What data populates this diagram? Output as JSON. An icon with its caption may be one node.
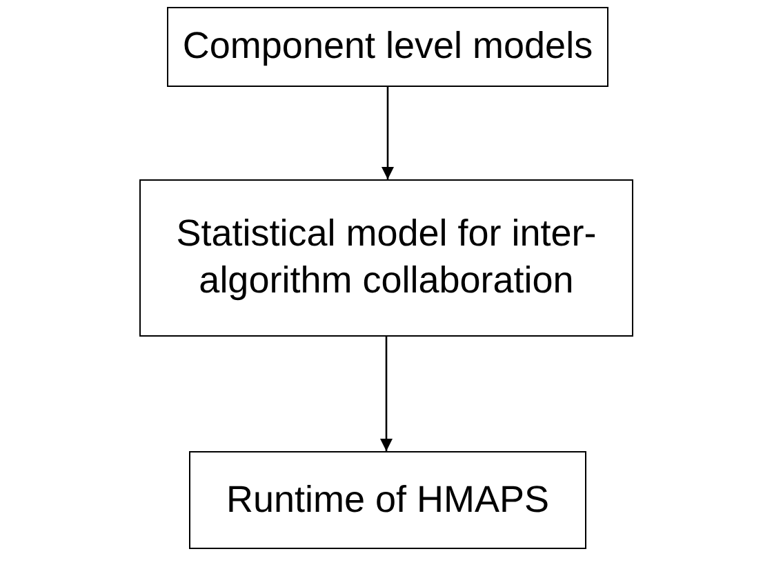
{
  "diagram": {
    "nodes": [
      {
        "text": [
          "Component level models"
        ]
      },
      {
        "text": [
          "Statistical model for inter-algorithm collaboration"
        ]
      },
      {
        "text": [
          "Runtime of HMAPS"
        ]
      }
    ],
    "edges": [
      {
        "from": 0,
        "to": 1,
        "arrow": "to"
      },
      {
        "from": 1,
        "to": 2,
        "arrow": "to"
      }
    ]
  }
}
